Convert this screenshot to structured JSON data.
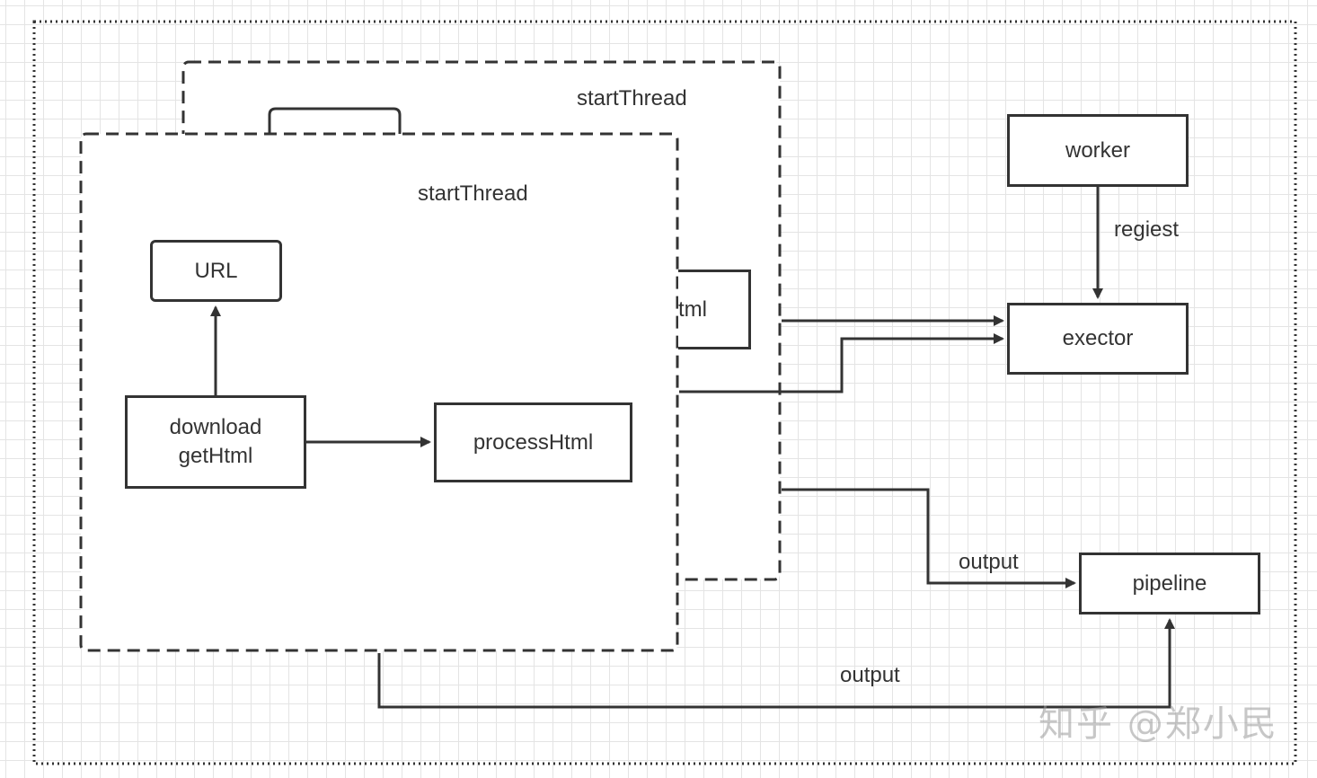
{
  "threads": {
    "back_title": "startThread",
    "front_title": "startThread",
    "back_partial_label": "tml"
  },
  "nodes": {
    "url": "URL",
    "download_line1": "download",
    "download_line2": "getHtml",
    "process": "processHtml",
    "worker": "worker",
    "exector": "exector",
    "pipeline": "pipeline"
  },
  "edges": {
    "regiest": "regiest",
    "output_upper": "output",
    "output_lower": "output"
  },
  "watermark": "知乎 @郑小民",
  "colors": {
    "stroke": "#333333",
    "grid": "#e4e4e4",
    "background": "#ffffff",
    "watermark": "#9a9a9a"
  }
}
